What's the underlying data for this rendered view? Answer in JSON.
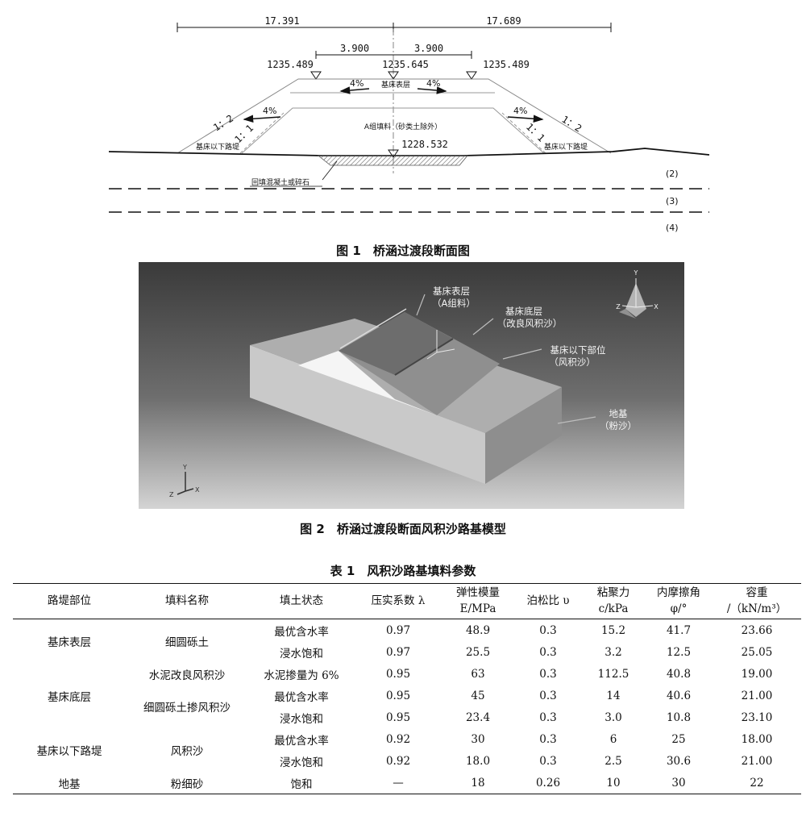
{
  "figure1": {
    "dim_left": "17.391",
    "dim_right": "17.689",
    "dim_inner_left": "3.900",
    "dim_inner_right": "3.900",
    "elev_left": "1235.489",
    "elev_center": "1235.645",
    "elev_right": "1235.489",
    "elev_bottom": "1228.532",
    "surface_layer": "基床表层",
    "grade_pct": "4%",
    "slope_12": "1：2",
    "slope_11": "1：1",
    "fill_label": "A组填料（砂类土除外）",
    "embankment_label": "基床以下路堤",
    "backfill_label": "回填混凝土或碎石",
    "layers": [
      "(2)",
      "(3)",
      "(4)"
    ],
    "caption": "图 1　桥涵过渡段断面图"
  },
  "figure2": {
    "labels": [
      [
        "基床表层",
        "（A组料）"
      ],
      [
        "基床底层",
        "（改良风积沙）"
      ],
      [
        "基床以下部位",
        "（风积沙）"
      ],
      [
        "地基",
        "（粉沙）"
      ]
    ],
    "axis_y": "Y",
    "axis_x": "X",
    "axis_z": "Z",
    "caption": "图 2　桥涵过渡段断面风积沙路基模型"
  },
  "table1": {
    "caption": "表 1　风积沙路基填料参数",
    "headers": {
      "part": "路堤部位",
      "material": "填料名称",
      "state": "填土状态",
      "compaction": "压实系数 λ",
      "modulus_1": "弹性模量",
      "modulus_2": "E/MPa",
      "poisson": "泊松比 υ",
      "cohesion_1": "粘聚力",
      "cohesion_2": "c/kPa",
      "friction_1": "内摩擦角",
      "friction_2": "φ/°",
      "weight_1": "容重",
      "weight_2": "/（kN/m³）"
    },
    "groups": {
      "g1": "基床表层",
      "g2": "基床底层",
      "g3": "基床以下路堤",
      "g4": "地基"
    },
    "materials": {
      "m1": "细圆砾土",
      "m2": "水泥改良风积沙",
      "m3": "细圆砾土掺风积沙",
      "m4": "风积沙",
      "m5": "粉细砂"
    },
    "rows": [
      [
        "最优含水率",
        "0.97",
        "48.9",
        "0.3",
        "15.2",
        "41.7",
        "23.66"
      ],
      [
        "浸水饱和",
        "0.97",
        "25.5",
        "0.3",
        "3.2",
        "12.5",
        "25.05"
      ],
      [
        "水泥掺量为 6%",
        "0.95",
        "63",
        "0.3",
        "112.5",
        "40.8",
        "19.00"
      ],
      [
        "最优含水率",
        "0.95",
        "45",
        "0.3",
        "14",
        "40.6",
        "21.00"
      ],
      [
        "浸水饱和",
        "0.95",
        "23.4",
        "0.3",
        "3.0",
        "10.8",
        "23.10"
      ],
      [
        "最优含水率",
        "0.92",
        "30",
        "0.3",
        "6",
        "25",
        "18.00"
      ],
      [
        "浸水饱和",
        "0.92",
        "18.0",
        "0.3",
        "2.5",
        "30.6",
        "21.00"
      ],
      [
        "饱和",
        "—",
        "18",
        "0.26",
        "10",
        "30",
        "22"
      ]
    ]
  }
}
